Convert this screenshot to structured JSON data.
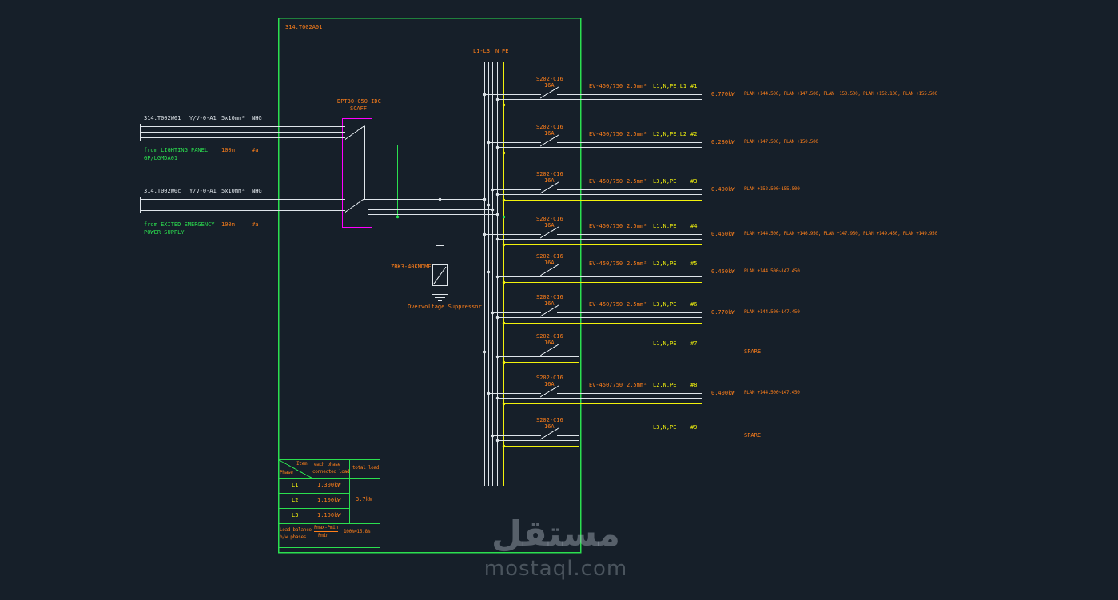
{
  "title": "314.T002A01",
  "bus": {
    "phases": "L1-L3",
    "neutral": "N",
    "pe": "PE"
  },
  "feeder1": {
    "tag": "314.T002W01",
    "type": "Y/V-0-A1",
    "size": "5x10mm²",
    "material": "NHG",
    "source1": "from LIGHTING PANEL",
    "source2": "GP/LGMDA01",
    "length": "100m",
    "ref": "#a"
  },
  "feeder2": {
    "tag": "314.T002W0c",
    "type": "Y/V-0-A1",
    "size": "5x10mm²",
    "material": "NHG",
    "source1": "from EXITED EMERGENCY",
    "source2": "POWER SUPPLY",
    "length": "100m",
    "ref": "#a"
  },
  "changeover": {
    "model": "DPT30-C50 IDC",
    "label": "SCAFF"
  },
  "suppressor": {
    "model": "ZBK3-40KMDMF",
    "caption": "Overvoltage Suppressor"
  },
  "branches": [
    {
      "breaker": "S202-C16",
      "rating": "16A",
      "cable": "EV-450/750",
      "csa": "2.5mm²",
      "circuit": "L1,N,PE,L1",
      "num": "#1",
      "load": "0.770kW",
      "desc": "PLAN +144.500, PLAN +147.500, PLAN +150.500, PLAN +152.100, PLAN +155.500"
    },
    {
      "breaker": "S202-C16",
      "rating": "16A",
      "cable": "EV-450/750",
      "csa": "2.5mm²",
      "circuit": "L2,N,PE,L2",
      "num": "#2",
      "load": "0.280kW",
      "desc": "PLAN +147.500, PLAN +150.500"
    },
    {
      "breaker": "S202-C16",
      "rating": "16A",
      "cable": "EV-450/750",
      "csa": "2.5mm²",
      "circuit": "L3,N,PE",
      "num": "#3",
      "load": "0.400kW",
      "desc": "PLAN +152.500~155.500"
    },
    {
      "breaker": "S202-C16",
      "rating": "16A",
      "cable": "EV-450/750",
      "csa": "2.5mm²",
      "circuit": "L1,N,PE",
      "num": "#4",
      "load": "0.450kW",
      "desc": "PLAN +144.500, PLAN +146.950, PLAN +147.950, PLAN +149.450, PLAN +149.950"
    },
    {
      "breaker": "S202-C16",
      "rating": "16A",
      "cable": "EV-450/750",
      "csa": "2.5mm²",
      "circuit": "L2,N,PE",
      "num": "#5",
      "load": "0.450kW",
      "desc": "PLAN +144.500~147.450"
    },
    {
      "breaker": "S202-C16",
      "rating": "16A",
      "cable": "EV-450/750",
      "csa": "2.5mm²",
      "circuit": "L3,N,PE",
      "num": "#6",
      "load": "0.770kW",
      "desc": "PLAN +144.500~147.450"
    },
    {
      "breaker": "S202-C16",
      "rating": "16A",
      "circuit": "L1,N,PE",
      "num": "#7",
      "desc": "SPARE"
    },
    {
      "breaker": "S202-C16",
      "rating": "16A",
      "cable": "EV-450/750",
      "csa": "2.5mm²",
      "circuit": "L2,N,PE",
      "num": "#8",
      "load": "0.400kW",
      "desc": "PLAN +144.500~147.450"
    },
    {
      "breaker": "S202-C16",
      "rating": "16A",
      "circuit": "L3,N,PE",
      "num": "#9",
      "desc": "SPARE"
    }
  ],
  "load_table": {
    "corner_top": "Item",
    "corner_bottom": "Phase",
    "each_header1": "each phase",
    "each_header2": "connected load",
    "total_header": "total load",
    "rows": [
      {
        "phase": "L1",
        "load": "1.300kW"
      },
      {
        "phase": "L2",
        "load": "1.100kW"
      },
      {
        "phase": "L3",
        "load": "1.100kW"
      }
    ],
    "total": "3.7kW",
    "balance1": "Load balance",
    "balance2": "b/w phases",
    "formula_num": "Pmax-Pmin",
    "formula_den": "Pmin",
    "formula_result": "100%=15.8%"
  },
  "watermark": {
    "name": "مستقل",
    "domain": "mostaql.com"
  }
}
